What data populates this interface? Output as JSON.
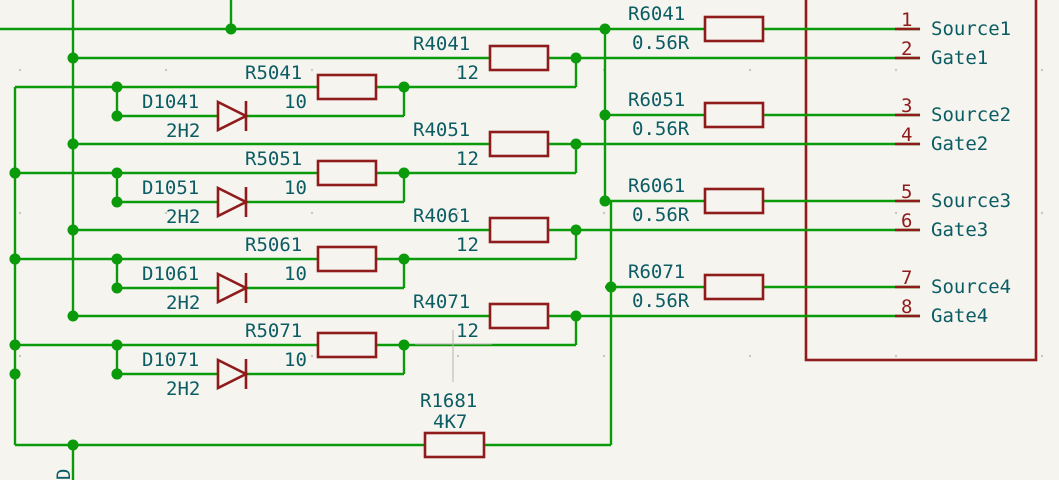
{
  "schematic": {
    "colors": {
      "wire": "#0a9a0a",
      "component": "#8f1b1b",
      "text": "#0b5c63",
      "background": "#f5f4ef"
    },
    "gate_resistors": [
      {
        "ref": "R4041",
        "value": "12"
      },
      {
        "ref": "R4051",
        "value": "12"
      },
      {
        "ref": "R4061",
        "value": "12"
      },
      {
        "ref": "R4071",
        "value": "12"
      }
    ],
    "series_resistors": [
      {
        "ref": "R5041",
        "value": "10"
      },
      {
        "ref": "R5051",
        "value": "10"
      },
      {
        "ref": "R5061",
        "value": "10"
      },
      {
        "ref": "R5071",
        "value": "10"
      }
    ],
    "diodes": [
      {
        "ref": "D1041",
        "value": "2H2"
      },
      {
        "ref": "D1051",
        "value": "2H2"
      },
      {
        "ref": "D1061",
        "value": "2H2"
      },
      {
        "ref": "D1071",
        "value": "2H2"
      }
    ],
    "source_resistors": [
      {
        "ref": "R6041",
        "value": "0.56R"
      },
      {
        "ref": "R6051",
        "value": "0.56R"
      },
      {
        "ref": "R6061",
        "value": "0.56R"
      },
      {
        "ref": "R6071",
        "value": "0.56R"
      }
    ],
    "bias_resistor": {
      "ref": "R1681",
      "value": "4K7"
    },
    "connector_pins": [
      {
        "num": "1",
        "name": "Source1"
      },
      {
        "num": "2",
        "name": "Gate1"
      },
      {
        "num": "3",
        "name": "Source2"
      },
      {
        "num": "4",
        "name": "Gate2"
      },
      {
        "num": "5",
        "name": "Source3"
      },
      {
        "num": "6",
        "name": "Gate3"
      },
      {
        "num": "7",
        "name": "Source4"
      },
      {
        "num": "8",
        "name": "Gate4"
      }
    ],
    "partial_label": "D"
  }
}
